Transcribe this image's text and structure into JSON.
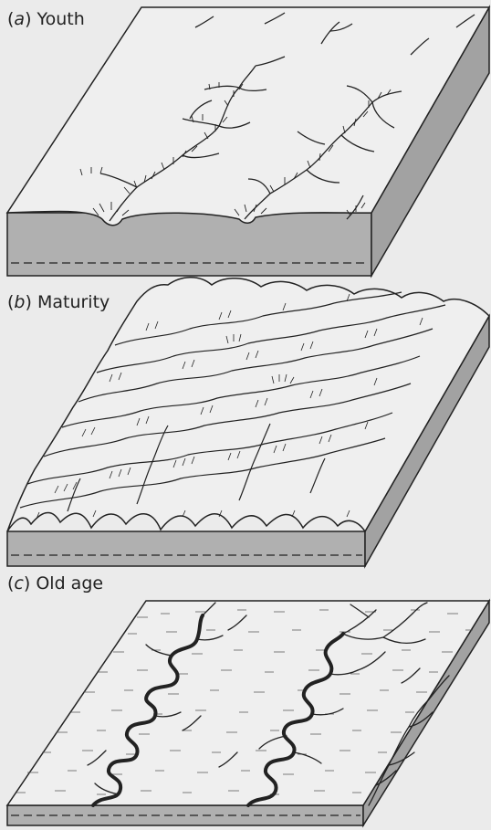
{
  "panels": [
    {
      "paren_open": "(",
      "letter": "a",
      "paren_close": ")",
      "name": "Youth"
    },
    {
      "paren_open": "(",
      "letter": "b",
      "paren_close": ")",
      "name": "Maturity"
    },
    {
      "paren_open": "(",
      "letter": "c",
      "paren_close": ")",
      "name": "Old age"
    }
  ],
  "colors": {
    "background": "#ebebeb",
    "top_surface": "#efefef",
    "front_face": "#b0b0b0",
    "side_face": "#a2a2a2",
    "ink": "#222222"
  }
}
